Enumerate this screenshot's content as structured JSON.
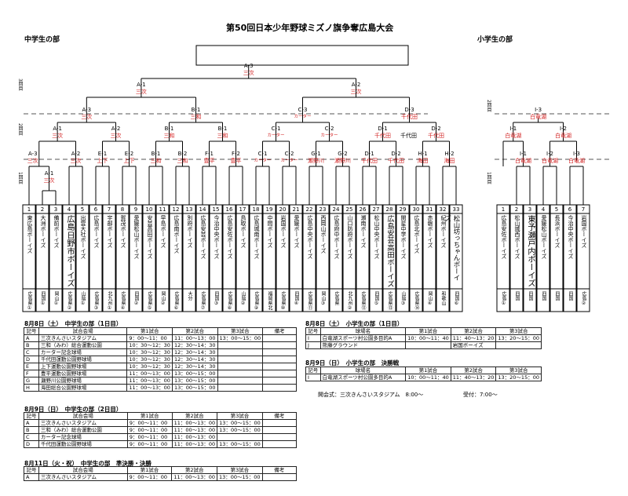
{
  "title": "第50回日本少年野球ミズノ旗争奪広島大会",
  "junior_label": "中学生の部",
  "elem_label": "小学生の部",
  "round_labels": {
    "r3": "3回目",
    "r2": "2回目",
    "r1": "1回目",
    "e2": "2回目",
    "e1": "1回目"
  },
  "nodes": [
    {
      "n": "A-3",
      "v": "三次"
    },
    {
      "n": "A-1",
      "v": "三次"
    },
    {
      "n": "A-2",
      "v": "三次"
    },
    {
      "n": "A-3",
      "v": "三次"
    },
    {
      "n": "B-1",
      "v": "三和"
    },
    {
      "n": "C-3",
      "v": "カーター"
    },
    {
      "n": "D-3",
      "v": "千代田"
    },
    {
      "n": "A-1",
      "v": "三次"
    },
    {
      "n": "A-2",
      "v": "三次"
    },
    {
      "n": "B-1",
      "v": "三和"
    },
    {
      "n": "B-1",
      "v": "三和"
    },
    {
      "n": "C-1",
      "v": "カーター"
    },
    {
      "n": "C-2",
      "v": "カーター"
    },
    {
      "n": "D-1",
      "v": "千代田"
    },
    {
      "n": "D-2",
      "v": "千代田"
    },
    {
      "n": "A-3",
      "v": "三次"
    },
    {
      "n": "A-1",
      "v": "三次"
    },
    {
      "n": "A-2",
      "v": "三次"
    },
    {
      "n": "E-1",
      "v": "上下"
    },
    {
      "n": "E-2",
      "v": "上下"
    },
    {
      "n": "B-1",
      "v": "三和"
    },
    {
      "n": "B-2",
      "v": "三和"
    },
    {
      "n": "F-1",
      "v": "豊平"
    },
    {
      "n": "F-2",
      "v": "豊平"
    },
    {
      "n": "C-1",
      "v": "カーター"
    },
    {
      "n": "C-2",
      "v": "カーター"
    },
    {
      "n": "G-1",
      "v": "瀬野川"
    },
    {
      "n": "G-2",
      "v": "瀬野川"
    },
    {
      "n": "D-1",
      "v": "千代田"
    },
    {
      "n": "D-2",
      "v": "千代田"
    },
    {
      "n": "H-1",
      "v": "海田"
    },
    {
      "n": "H-2",
      "v": "海田"
    },
    {
      "n": "I-3",
      "v": "白竜湖"
    },
    {
      "n": "I-1",
      "v": "白竜湖"
    },
    {
      "n": "I-2",
      "v": "白竜湖"
    },
    {
      "n": "I-1",
      "v": "白竜湖"
    },
    {
      "n": "I-2",
      "v": "白竜湖"
    },
    {
      "n": "I-3",
      "v": "白竜湖"
    }
  ],
  "d3_under": "千代田",
  "junior_teams": [
    {
      "no": "1",
      "name": "東広島ボーイズ",
      "pref": "広島県①"
    },
    {
      "no": "2",
      "name": "大洲ボーイズ",
      "pref": "四国①"
    },
    {
      "no": "3",
      "name": "備前ボーイズ",
      "pref": "岡山①"
    },
    {
      "no": "4",
      "name": "広島日野市ボーイズ",
      "pref": "広島県②"
    },
    {
      "no": "5",
      "name": "出雲大社ボーイズ",
      "pref": "山陰①"
    },
    {
      "no": "6",
      "name": "広島ボーイズ",
      "pref": "広島県③"
    },
    {
      "no": "7",
      "name": "宇部ボーイズ",
      "pref": "北九州①"
    },
    {
      "no": "8",
      "name": "賀茂ボーイズ",
      "pref": "広島県④"
    },
    {
      "no": "9",
      "name": "愛媛松山ボーイズ",
      "pref": "四国②"
    },
    {
      "no": "10",
      "name": "安芸高田ボーイズ",
      "pref": "広島県⑤"
    },
    {
      "no": "11",
      "name": "早島ボーイズ",
      "pref": "岡山②"
    },
    {
      "no": "12",
      "name": "広島南ボーイズ",
      "pref": "広島県⑥"
    },
    {
      "no": "13",
      "name": "別府ボーイズ",
      "pref": "大分"
    },
    {
      "no": "14",
      "name": "広島安芸ボーイズ",
      "pref": "広島県⑦"
    },
    {
      "no": "15",
      "name": "今治中央ボーイズ",
      "pref": "四国③"
    },
    {
      "no": "16",
      "name": "広島安佐ボーイズ",
      "pref": "広島県⑧"
    },
    {
      "no": "17",
      "name": "鳥取ボーイズ",
      "pref": "山陰②"
    },
    {
      "no": "18",
      "name": "広島城南ボーイズ",
      "pref": "広島県⑨"
    },
    {
      "no": "19",
      "name": "中間ボーイズ",
      "pref": "福岡県北"
    },
    {
      "no": "20",
      "name": "岩国ボーイズ",
      "pref": "広島県⑩"
    },
    {
      "no": "21",
      "name": "愛媛ボーイズ",
      "pref": "四国④"
    },
    {
      "no": "22",
      "name": "広島中央ボーイズ",
      "pref": "広島県⑪"
    },
    {
      "no": "23",
      "name": "西岡山ボーイズ",
      "pref": "岡山③"
    },
    {
      "no": "24",
      "name": "広島府中ボーイズ",
      "pref": "広島県"
    },
    {
      "no": "25",
      "name": "山口防府ボーイズ",
      "pref": "北九州②"
    },
    {
      "no": "26",
      "name": "瀬南ボーイズ",
      "pref": "広島県⑫"
    },
    {
      "no": "27",
      "name": "松山中央ボーイズ",
      "pref": "四国⑤"
    },
    {
      "no": "28",
      "name": "広島安芸高田ボーイズ",
      "pref": "広島県⑬"
    },
    {
      "no": "29",
      "name": "関星中学ボーイズ",
      "pref": "山陰③"
    },
    {
      "no": "30",
      "name": "広島北ボーイズ",
      "pref": "広島県⑭"
    },
    {
      "no": "31",
      "name": "赤磐ボーイズ",
      "pref": "岡山④"
    },
    {
      "no": "32",
      "name": "紀州ボーイズ",
      "pref": "和歌山"
    },
    {
      "no": "33",
      "name": "松山坊っちゃんボーイズ",
      "pref": "四国⑥"
    }
  ],
  "elem_teams": [
    {
      "no": "1",
      "name": "広島安佐ボーイズ",
      "pref": "広島①"
    },
    {
      "no": "2",
      "name": "松山城西ボーイズ",
      "pref": "四国"
    },
    {
      "no": "3",
      "name": "東予瀬戸内ボーイズ",
      "pref": "四国"
    },
    {
      "no": "4",
      "name": "愛媛松山ボーイズ",
      "pref": "四国"
    },
    {
      "no": "5",
      "name": "長浜ボーイズ",
      "pref": "四国"
    },
    {
      "no": "6",
      "name": "今治中央ボーイズ",
      "pref": "四国"
    },
    {
      "no": "7",
      "name": "岩国ボーイズ",
      "pref": "広島②"
    }
  ],
  "schedules": {
    "j1": {
      "heading": "8月8日（土）　中学生の部（1日目）",
      "cols": [
        "記号",
        "試合会場",
        "第1試合",
        "第2試合",
        "第3試合",
        "備考"
      ],
      "rows": [
        [
          "A",
          "三次きんさいスタジアム",
          "9：00〜11：00",
          "11：00〜13：00",
          "13：00〜15：00",
          ""
        ],
        [
          "B",
          "三和（みわ）総合運動公園",
          "10：30〜12：30",
          "12：30〜14：30",
          "",
          ""
        ],
        [
          "C",
          "カーター記念球場",
          "10：30〜12：30",
          "12：30〜14：30",
          "",
          ""
        ],
        [
          "D",
          "千代田運動公園野球場",
          "10：30〜12：30",
          "12：30〜14：30",
          "",
          ""
        ],
        [
          "E",
          "上下運動公園野球場",
          "10：30〜12：30",
          "12：30〜14：30",
          "",
          ""
        ],
        [
          "F",
          "豊平運動公園野球場",
          "11：00〜13：00",
          "13：00〜15：00",
          "",
          ""
        ],
        [
          "G",
          "瀬野川公園野球場",
          "11：00〜13：00",
          "13：00〜15：00",
          "",
          ""
        ],
        [
          "H",
          "海田総合公園野球場",
          "11：00〜13：00",
          "13：00〜15：00",
          "",
          ""
        ]
      ]
    },
    "j2": {
      "heading": "8月9日（日）　中学生の部（2日目）",
      "cols": [
        "記号",
        "試合会場",
        "第1試合",
        "第2試合",
        "第3試合",
        "備考"
      ],
      "rows": [
        [
          "A",
          "三次きんさいスタジアム",
          "9：00〜11：00",
          "11：00〜13：00",
          "13：00〜15：00",
          ""
        ],
        [
          "B",
          "三和（みわ）総合運動公園",
          "9：00〜11：00",
          "11：00〜13：00",
          "13：00〜15：00",
          ""
        ],
        [
          "C",
          "カーター記念球場",
          "9：00〜11：00",
          "11：00〜13：00",
          "",
          ""
        ],
        [
          "D",
          "千代田運動公園野球場",
          "9：00〜11：00",
          "11：00〜13：00",
          "13：00〜15：00",
          ""
        ]
      ]
    },
    "j3": {
      "heading": "8月11日（火・祝）　中学生の部　準決勝・決勝",
      "cols": [
        "記号",
        "試合会場",
        "第1試合",
        "第2試合",
        "第3試合",
        "備考"
      ],
      "rows": [
        [
          "A",
          "三次きんさいスタジアム",
          "9：00〜11：00",
          "11：00〜13：00",
          "13：00〜15：00",
          ""
        ]
      ]
    },
    "e1": {
      "heading": "8月8日（土）　小学生の部（1日目）",
      "cols": [
        "記号",
        "球場名",
        "第1試合",
        "第2試合",
        "第3試合"
      ],
      "rows": [
        [
          "I",
          "白竜湖スポーツ村公園多目的A",
          "10：00〜11：40",
          "11：40〜13：20",
          "13：20〜15：00"
        ],
        [
          "J",
          "熊藤グラウンド",
          "",
          "岩国ボーイズ",
          ""
        ]
      ]
    },
    "e2": {
      "heading": "8月9日（日）　小学生の部　決勝戦",
      "cols": [
        "記号",
        "球場名",
        "第1試合",
        "第2試合",
        "第3試合"
      ],
      "rows": [
        [
          "I",
          "白竜湖スポーツ村公園多目的A",
          "10：00〜11：40",
          "11：40〜13：20",
          "13：20〜15：00"
        ]
      ]
    }
  },
  "footer": {
    "opening": "開会式：三次きんさいスタジアム　8:00〜",
    "reception": "受付：7:00〜"
  }
}
